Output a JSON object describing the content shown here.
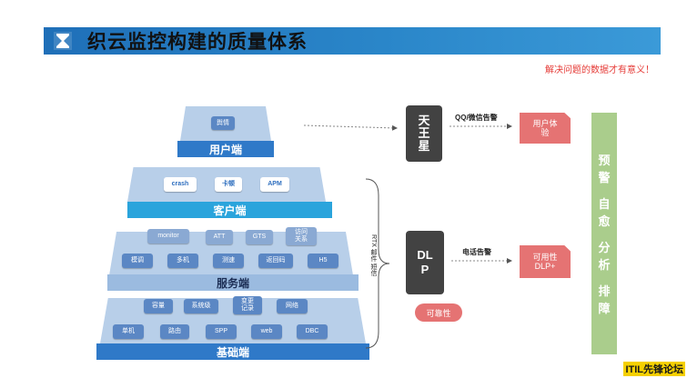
{
  "title": "织云监控构建的质量体系",
  "subtitle": "解决问题的数据才有意义！",
  "layers": {
    "user": {
      "label": "用户端",
      "chips": [
        "舆情"
      ]
    },
    "client": {
      "label": "客户端",
      "chips": [
        "crash",
        "卡顿",
        "APM"
      ]
    },
    "service": {
      "label": "服务端",
      "top_chips": [
        "monitor",
        "ATT",
        "GTS",
        "访问\n关系"
      ],
      "bottom_chips": [
        "模调",
        "多机",
        "测速",
        "返回码",
        "H5"
      ]
    },
    "base": {
      "label": "基础端",
      "top_chips": [
        "容量",
        "系统级",
        "变更\n记录",
        "网络"
      ],
      "bottom_chips": [
        "单机",
        "路由",
        "SPP",
        "web",
        "DBC"
      ]
    }
  },
  "rtx_label": "RTX 邮件 短信",
  "tianwangxing": "天\n王\n星",
  "qq_label": "QQ/微信告警",
  "user_exp": "用户体\n验",
  "dlp": "DL\nP",
  "phone_label": "电话告警",
  "availability": "可用性\nDLP+",
  "reliability": "可靠性",
  "green_bar": [
    "预",
    "警",
    "",
    "自",
    "愈",
    "",
    "分",
    "析",
    "",
    "排",
    "障"
  ],
  "watermark": "ITIL先锋论坛",
  "colors": {
    "band": "#2aa4dc",
    "cap": "#b8cfe9",
    "chip": "#5b87c4",
    "accent_red": "#e57373",
    "green": "#aacd8c",
    "dark": "#424242"
  }
}
